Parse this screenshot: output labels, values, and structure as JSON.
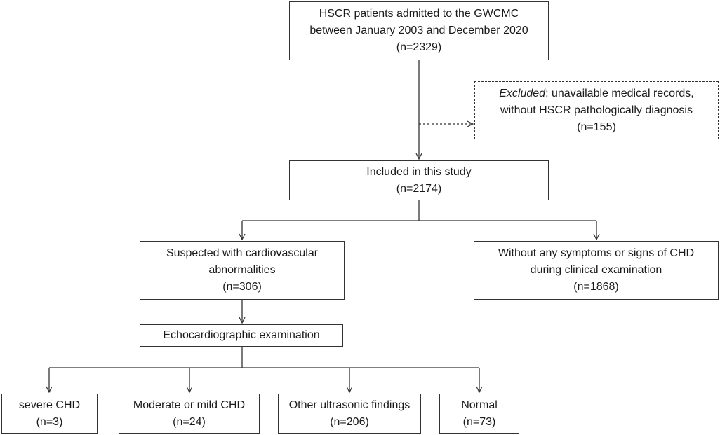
{
  "root": {
    "line1": "HSCR patients admitted to the GWCMC",
    "line2": "between January 2003 and December 2020",
    "count": "(n=2329)"
  },
  "excluded": {
    "label": "Excluded",
    "line1_rest": ": unavailable medical records,",
    "line2": "without HSCR pathologically diagnosis",
    "count": "(n=155)"
  },
  "included": {
    "line1": "Included in this study",
    "count": "(n=2174)"
  },
  "suspected": {
    "line1": "Suspected with cardiovascular",
    "line2": "abnormalities",
    "count": "(n=306)"
  },
  "without": {
    "line1": "Without any symptoms or signs of CHD",
    "line2": "during clinical examination",
    "count": "(n=1868)"
  },
  "echo": {
    "line1": "Echocardiographic examination"
  },
  "outcomes": [
    {
      "label": "severe CHD",
      "count": "(n=3)"
    },
    {
      "label": "Moderate or mild CHD",
      "count": "(n=24)"
    },
    {
      "label": "Other ultrasonic findings",
      "count": "(n=206)"
    },
    {
      "label": "Normal",
      "count": "(n=73)"
    }
  ]
}
